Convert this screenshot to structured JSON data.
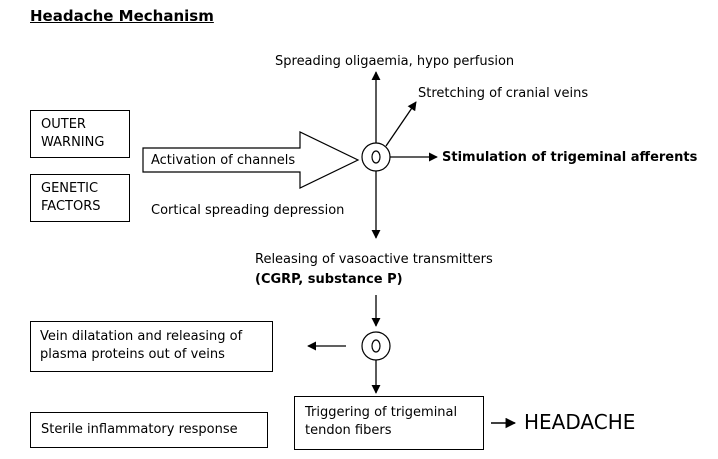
{
  "title": "Headache Mechanism",
  "boxes": {
    "outer_warning": [
      "OUTER",
      "WARNING"
    ],
    "genetic_factors": [
      "GENETIC",
      "FACTORS"
    ],
    "vein_dilatation": [
      "Vein dilatation and releasing of",
      "plasma proteins out of veins"
    ],
    "sterile_inflammatory": [
      "Sterile inflammatory response"
    ],
    "triggering": [
      "Triggering of trigeminal",
      "tendon fibers"
    ]
  },
  "labels": {
    "spreading_oligaemia": "Spreading oligaemia, hypo perfusion",
    "stretching_veins": "Stretching of cranial veins",
    "stimulation_trigeminal": "Stimulation of trigeminal afferents",
    "activation_channels": "Activation of channels",
    "cortical_spreading": "Cortical spreading depression",
    "releasing_vasoactive": "Releasing of vasoactive transmitters",
    "cgrp": "(CGRP, substance P)",
    "headache": "HEADACHE"
  }
}
